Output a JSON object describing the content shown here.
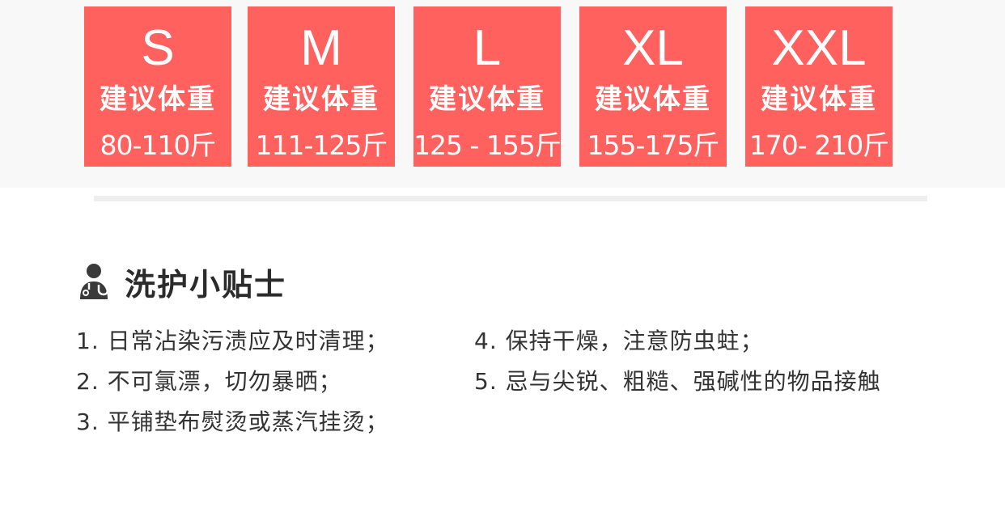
{
  "size_chart": [
    {
      "size": "S",
      "label": "建议体重",
      "range": "80-110斤"
    },
    {
      "size": "M",
      "label": "建议体重",
      "range": "111-125斤"
    },
    {
      "size": "L",
      "label": "建议体重",
      "range": "125 - 155斤"
    },
    {
      "size": "XL",
      "label": "建议体重",
      "range": "155-175斤"
    },
    {
      "size": "XXL",
      "label": "建议体重",
      "range": "170- 210斤"
    }
  ],
  "care": {
    "title": "洗护小贴士",
    "icon": "person-care-icon",
    "tips": [
      "1. 日常沾染污渍应及时清理；",
      "2. 不可氯漂，切勿暴晒；",
      "3. 平铺垫布熨烫或蒸汽挂烫；",
      "4. 保持干燥，注意防虫蛀；",
      "5. 忌与尖锐、粗糙、强碱性的物品接触"
    ]
  },
  "colors": {
    "card_background": "#ff615e",
    "card_text": "#ffffff",
    "top_band": "#f8f8f8",
    "body_text": "#333333"
  }
}
